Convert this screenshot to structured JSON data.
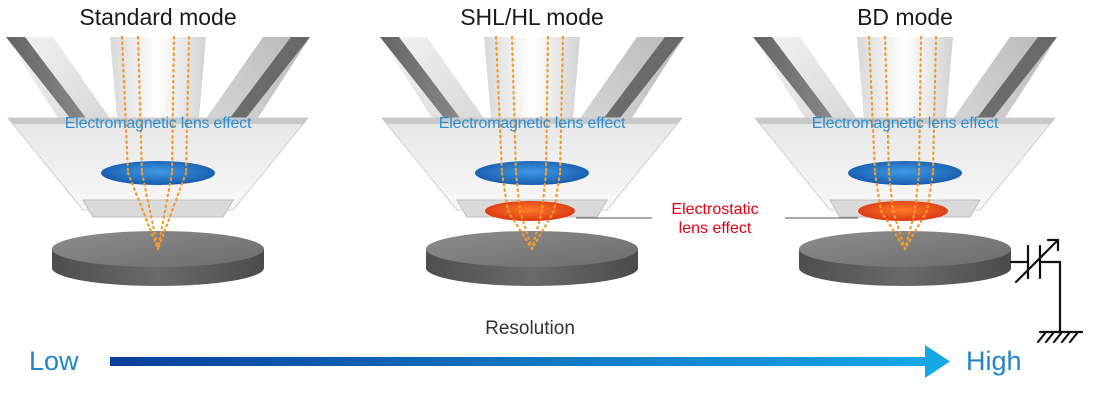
{
  "panels": [
    {
      "title": "Standard mode",
      "lens_label": "Electromagnetic lens effect",
      "electrostatic": false,
      "bias": false
    },
    {
      "title": "SHL/HL mode",
      "lens_label": "Electromagnetic lens effect",
      "electrostatic": true,
      "bias": false
    },
    {
      "title": "BD mode",
      "lens_label": "Electromagnetic lens effect",
      "electrostatic": true,
      "bias": true
    }
  ],
  "electrostatic_label": {
    "line1": "Electrostatic",
    "line2": "lens effect"
  },
  "resolution_axis": {
    "label": "Resolution",
    "low": "Low",
    "high": "High"
  },
  "colors": {
    "lens_label": "#2a8fd3",
    "electrostatic_label": "#e60012",
    "beam": "#f39a2b",
    "em_lens": "#1f6fc1",
    "es_lens": "#e8531a",
    "arrow_start": "#0b3f9a",
    "arrow_end": "#17a7e6"
  }
}
